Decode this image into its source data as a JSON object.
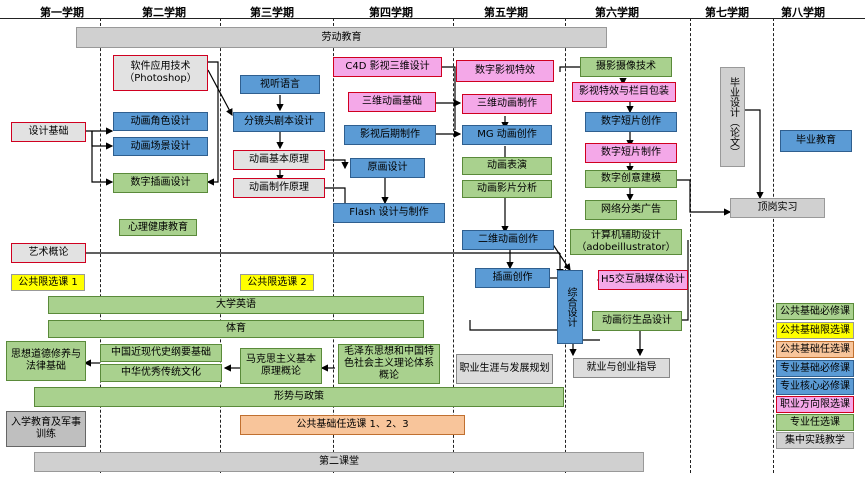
{
  "semesters": [
    "第一学期",
    "第二学期",
    "第三学期",
    "第四学期",
    "第五学期",
    "第六学期",
    "第七学期",
    "第八学期"
  ],
  "boxes": {
    "labor": "劳动教育",
    "software": "软件应用技术（Photoshop）",
    "character_design": "动画角色设计",
    "scene_design": "动画场景设计",
    "digital_illustration": "数字插画设计",
    "design_basics": "设计基础",
    "mental_health": "心理健康教育",
    "art_intro": "艺术概论",
    "public_limited_1": "公共限选课 1",
    "audiovisual": "视听语言",
    "storyboard": "分镜头剧本设计",
    "animation_principles": "动画基本原理",
    "production_principles": "动画制作原理",
    "public_limited_2": "公共限选课 2",
    "c4d": "C4D 影视三维设计",
    "anim3d_basics": "三维动画基础",
    "post_production": "影视后期制作",
    "original_design": "原画设计",
    "flash": "Flash 设计与制作",
    "vfx": "数字影视特效",
    "anim3d_production": "三维动画制作",
    "mg_animation": "MG 动画创作",
    "performance": "动画表演",
    "film_analysis": "动画影片分析",
    "anim2d": "二维动画创作",
    "illustration": "插画创作",
    "photography": "摄影摄像技术",
    "packaging": "影视特效与栏目包装",
    "short_film_creation": "数字短片创作",
    "short_film_production": "数字短片制作",
    "digital_creative": "数字创意建模",
    "category_ads": "网络分类广告",
    "cad": "计算机辅助设计（adobeillustrator）",
    "h5": "H5交互融媒体设计",
    "comprehensive": "综合设计",
    "derivatives": "动画衍生品设计",
    "thesis": "毕业设计（论文）",
    "graduation_ed": "毕业教育",
    "internship": "顶岗实习",
    "english": "大学英语",
    "pe": "体育",
    "morality": "思想道德修养与法律基础",
    "modern_history": "中国近现代史纲要基础",
    "traditional_culture": "中华优秀传统文化",
    "marxism": "马克思主义基本原理概论",
    "mao": "毛泽东思想和中国特色社会主义理论体系概论",
    "career": "职业生涯与发展规划",
    "employment": "就业与创业指导",
    "policy": "形势与政策",
    "entrance": "入学教育及军事训练",
    "public_electives": "公共基础任选课 1、2、3",
    "second_classroom": "第二课堂"
  },
  "legend": [
    {
      "label": "公共基础必修课",
      "color": "#a9d18e"
    },
    {
      "label": "公共基础限选课",
      "color": "#ffff00"
    },
    {
      "label": "公共基础任选课",
      "color": "#f8c59b"
    },
    {
      "label": "专业基础必修课",
      "color": "#5b9bd5"
    },
    {
      "label": "专业核心必修课",
      "color": "#5b9bd5"
    },
    {
      "label": "职业方向限选课",
      "color": "#f4a8e8"
    },
    {
      "label": "专业任选课",
      "color": "#a9d18e"
    },
    {
      "label": "集中实践教学",
      "color": "#d0d0d0"
    }
  ]
}
